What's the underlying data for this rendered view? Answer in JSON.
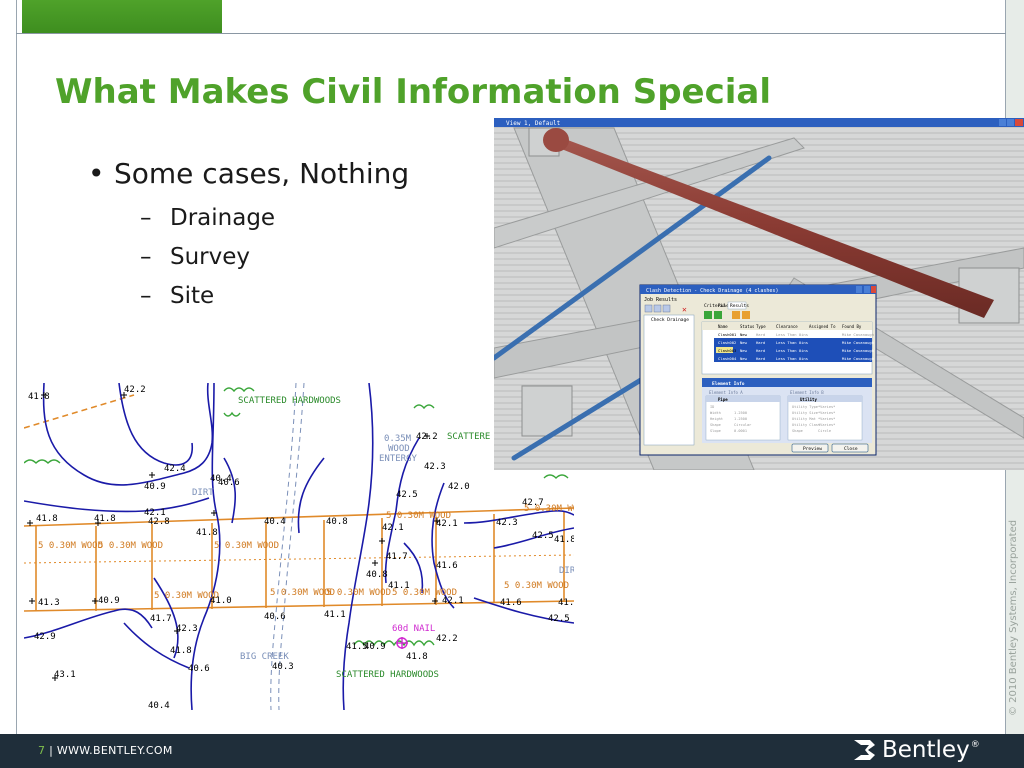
{
  "slide": {
    "title": "What Makes Civil Information Special",
    "bullet": "Some cases, Nothing",
    "subs": [
      "Drainage",
      "Survey",
      "Site"
    ],
    "copyright": "© 2010 Bentley Systems, Incorporated",
    "footer_page": "7",
    "footer_url": "| WWW.BENTLEY.COM",
    "logo_text": "Bentley",
    "logo_tm": "®"
  },
  "colors": {
    "accent": "#4fa22a",
    "footer_bg": "#1f2e3a",
    "contour": "#1a1aa8",
    "lot": "#e08a2a",
    "tree": "#3aa63a",
    "pipe": "#8a3b33",
    "blue_pipe": "#3a6fb0"
  },
  "map": {
    "top_labels": [
      "SCATTERED HARDWOODS",
      "SCATTERE",
      "DIRT",
      "0.35M",
      "WOOD",
      "ENTERGY",
      "42.2",
      "42.3"
    ],
    "row1": [
      "41.8",
      "41.8",
      "42.8",
      "42.1",
      "41.8",
      "40.6",
      "40.4",
      "40.8",
      "42.1",
      "42.1",
      "42.3",
      "42.5",
      "41.8",
      "42.7"
    ],
    "lot_label": "5 0.30M WOOD",
    "row2": [
      "41.3",
      "40.9",
      "41.7",
      "41.0",
      "40.6",
      "41.1",
      "41.6",
      "42.1",
      "41.6",
      "41.6"
    ],
    "bottom_labels": [
      "BIG CREEK",
      "40.3",
      "SCATTERED HARDWOODS",
      "60d NAIL",
      "42.2",
      "41.8",
      "42.5",
      "43.1",
      "40.6",
      "40.4",
      "42.9",
      "40.9"
    ],
    "misc": [
      "41.8",
      "42.2",
      "42.4",
      "40.9",
      "42.5",
      "42.0",
      "41.7",
      "41.1",
      "40.8",
      "41.5",
      "42.3"
    ]
  },
  "clash_app": {
    "main_title": "View 1, Default",
    "dialog_title": "Clash Detection - Check Drainage (4 clashes)",
    "menu": [
      "Job",
      "Results"
    ],
    "tabs": [
      "Criteria",
      "Rules",
      "Results"
    ],
    "job_name": "Check Drainage",
    "columns": [
      "Name",
      "Status",
      "Type",
      "Clearance",
      "Assigned To",
      "Found By"
    ],
    "rows": [
      [
        "Clash001",
        "New",
        "Hard",
        "Less Than 0ins",
        "",
        "Mike Cavanaugh"
      ],
      [
        "Clash002",
        "New",
        "Hard",
        "Less Than 0ins",
        "",
        "Mike Cavanaugh"
      ],
      [
        "Clash003",
        "New",
        "Hard",
        "Less Than 0ins",
        "",
        "Mike Cavanaugh"
      ],
      [
        "Clash004",
        "New",
        "Hard",
        "Less Than 0ins",
        "",
        "Mike Cavanaugh"
      ]
    ],
    "element_info_title": "Element Info",
    "element_a": "Element Info A",
    "element_b": "Element Info B",
    "type_a": "Pipe",
    "type_b": "Utility",
    "props_a": [
      [
        "ID",
        ""
      ],
      [
        "Width",
        "1.2500"
      ],
      [
        "Height",
        "1.2500"
      ],
      [
        "Shape",
        "Circular"
      ],
      [
        "Slope",
        "0.0001"
      ]
    ],
    "props_b": [
      [
        "Utility Type",
        "*Varies*"
      ],
      [
        "Utility Size",
        "*Varies*"
      ],
      [
        "Utility Mat",
        "*Varies*"
      ],
      [
        "Utility Class",
        "*Varies*"
      ],
      [
        "Shape",
        "Circle"
      ]
    ],
    "preview_label": "Preview",
    "close_label": "Close"
  }
}
